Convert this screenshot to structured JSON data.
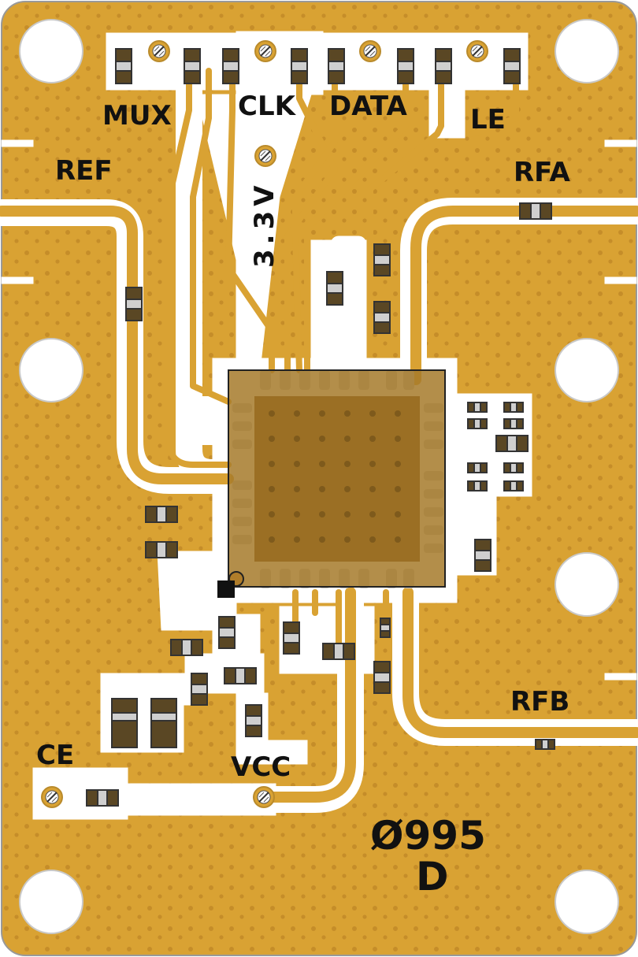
{
  "board": {
    "id_line1": "Ø995",
    "id_line2": "D",
    "colors": {
      "copper": "#D9A233",
      "copper_dark": "#B98A2B",
      "gap": "#FFFFFF",
      "via": "#C48B26",
      "mask": "#C8C8C8",
      "ic_body": "#A67A2A",
      "ic_outline": "#222222",
      "component": "#4A3A1E",
      "component_pad": "#CFCFCF",
      "silkscreen": "#111111"
    }
  },
  "labels": {
    "mux": "MUX",
    "clk": "CLK",
    "data": "DATA",
    "le": "LE",
    "ref": "REF",
    "rfa": "RFA",
    "v33": "3.3V",
    "rfb": "RFB",
    "ce": "CE",
    "vcc": "VCC"
  },
  "icons": {
    "test_point": "test-point-icon",
    "mounting_hole": "mounting-hole-icon",
    "pin1": "pin1-marker-icon"
  }
}
